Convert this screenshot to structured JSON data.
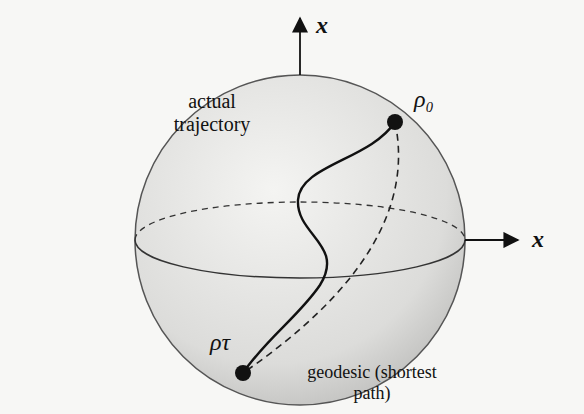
{
  "diagram": {
    "labels": [
      "x",
      "x",
      "ρ₀",
      "actual trajectory",
      "ρτ",
      "geodesic (shortest path)"
    ]
  }
}
